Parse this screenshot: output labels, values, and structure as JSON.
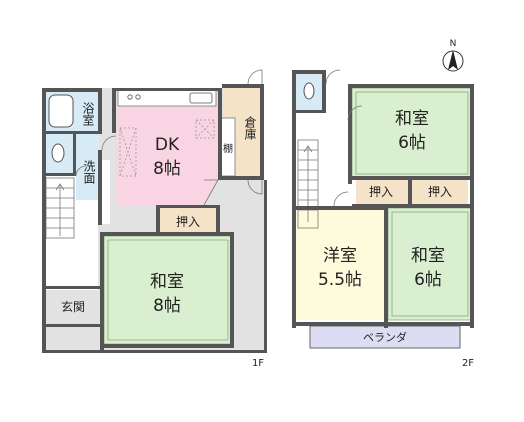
{
  "compass": {
    "label": "N"
  },
  "floor1": {
    "label": "1F",
    "rooms": {
      "bath": "浴室",
      "dk_name": "DK",
      "dk_size": "8帖",
      "storage": "倉庫",
      "shelf": "棚",
      "washroom": "洗面",
      "closet": "押入",
      "washitsu_name": "和室",
      "washitsu_size": "8帖",
      "entrance": "玄関"
    }
  },
  "floor2": {
    "label": "2F",
    "rooms": {
      "washitsu_top_name": "和室",
      "washitsu_top_size": "6帖",
      "closet_left": "押入",
      "closet_right": "押入",
      "yoshitsu_name": "洋室",
      "yoshitsu_size": "5.5帖",
      "washitsu_right_name": "和室",
      "washitsu_right_size": "6帖",
      "veranda": "ベランダ"
    }
  },
  "colors": {
    "dk": "#f9d5e3",
    "washitsu": "#d9efd0",
    "yoshitsu": "#fdfbdc",
    "storage": "#f5e3c8",
    "closet": "#f5e3c8",
    "wet": "#d7ebf7",
    "corridor": "#ffffff",
    "gray": "#e2e2e2",
    "veranda": "#dcdcf2",
    "wall": "#555555"
  }
}
